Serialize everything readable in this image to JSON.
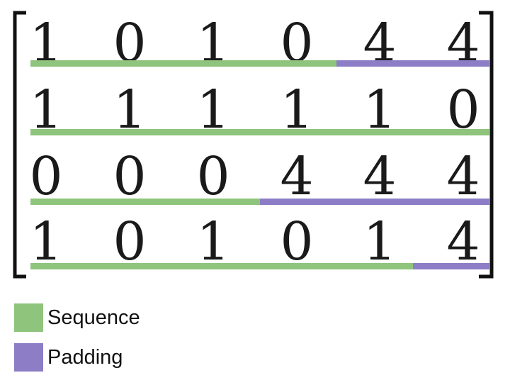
{
  "colors": {
    "sequence": "#8ec47c",
    "padding": "#8c7dc6",
    "bracket": "#111111"
  },
  "matrix": {
    "rows": [
      {
        "values": [
          "1",
          "0",
          "1",
          "0",
          "4",
          "4"
        ],
        "sequence_length": 4
      },
      {
        "values": [
          "1",
          "1",
          "1",
          "1",
          "1",
          "0"
        ],
        "sequence_length": 6
      },
      {
        "values": [
          "0",
          "0",
          "0",
          "4",
          "4",
          "4"
        ],
        "sequence_length": 3
      },
      {
        "values": [
          "1",
          "0",
          "1",
          "0",
          "1",
          "4"
        ],
        "sequence_length": 5
      }
    ]
  },
  "legend": {
    "items": [
      {
        "label": "Sequence",
        "color_key": "sequence"
      },
      {
        "label": "Padding",
        "color_key": "padding"
      }
    ]
  }
}
